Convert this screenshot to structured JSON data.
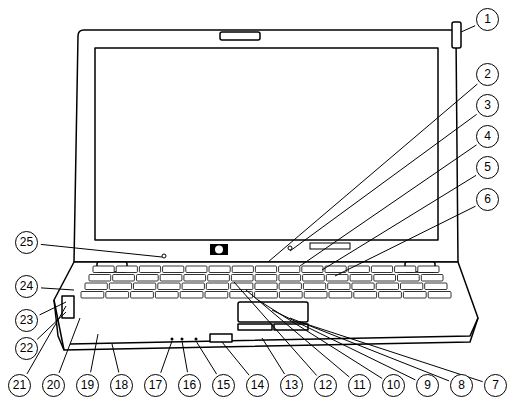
{
  "diagram": {
    "labels": [
      "1",
      "2",
      "3",
      "4",
      "5",
      "6",
      "7",
      "8",
      "9",
      "10",
      "11",
      "12",
      "13",
      "14",
      "15",
      "16",
      "17",
      "18",
      "19",
      "20",
      "21",
      "22",
      "23",
      "24",
      "25"
    ]
  }
}
